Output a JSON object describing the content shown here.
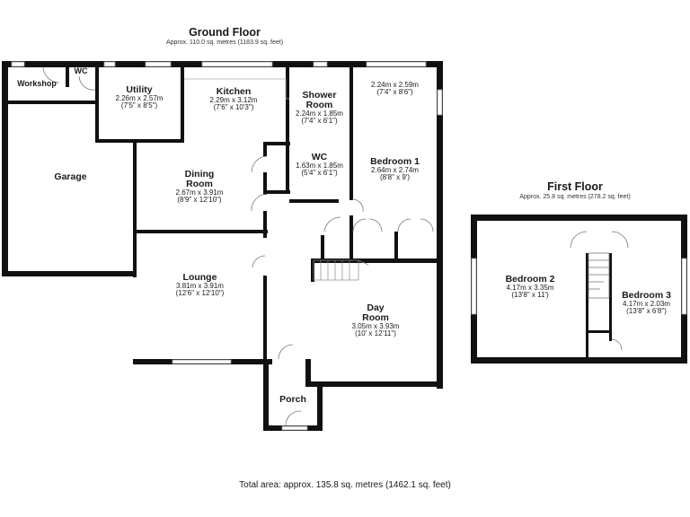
{
  "ground_floor": {
    "title": "Ground Floor",
    "area": "Approx. 110.0 sq. metres (1183.9 sq. feet)",
    "rooms": [
      {
        "name": "Workshop",
        "metric": "",
        "imperial": ""
      },
      {
        "name": "WC",
        "metric": "",
        "imperial": ""
      },
      {
        "name": "Utility",
        "metric": "2.26m x 2.57m",
        "imperial": "(7'5\" x 8'5\")"
      },
      {
        "name": "Kitchen",
        "metric": "2.29m x 3.12m",
        "imperial": "(7'6\" x 10'3\")"
      },
      {
        "name": "Shower Room",
        "metric": "2.24m x 1.85m",
        "imperial": "(7'4\" x 6'1\")"
      },
      {
        "name": "",
        "metric": "2.24m x 2.59m",
        "imperial": "(7'4\" x 8'6\")"
      },
      {
        "name": "Garage",
        "metric": "",
        "imperial": ""
      },
      {
        "name": "Dining Room",
        "metric": "2.67m x 3.91m",
        "imperial": "(8'9\" x 12'10\")"
      },
      {
        "name": "WC",
        "metric": "1.63m x 1.85m",
        "imperial": "(5'4\" x 6'1\")"
      },
      {
        "name": "Bedroom 1",
        "metric": "2.64m x 2.74m",
        "imperial": "(8'8\" x 9')"
      },
      {
        "name": "Lounge",
        "metric": "3.81m x 3.91m",
        "imperial": "(12'6\" x 12'10\")"
      },
      {
        "name": "Day Room",
        "metric": "3.05m x 3.93m",
        "imperial": "(10' x 12'11\")"
      },
      {
        "name": "Porch",
        "metric": "",
        "imperial": ""
      }
    ]
  },
  "first_floor": {
    "title": "First Floor",
    "area": "Approx. 25.8 sq. metres (278.2 sq. feet)",
    "rooms": [
      {
        "name": "Bedroom 2",
        "metric": "4.17m x 3.35m",
        "imperial": "(13'8\" x 11')"
      },
      {
        "name": "Bedroom 3",
        "metric": "4.17m x 2.03m",
        "imperial": "(13'8\" x 6'8\")"
      }
    ]
  },
  "total_area": "Total area: approx. 135.8 sq. metres (1462.1 sq. feet)"
}
